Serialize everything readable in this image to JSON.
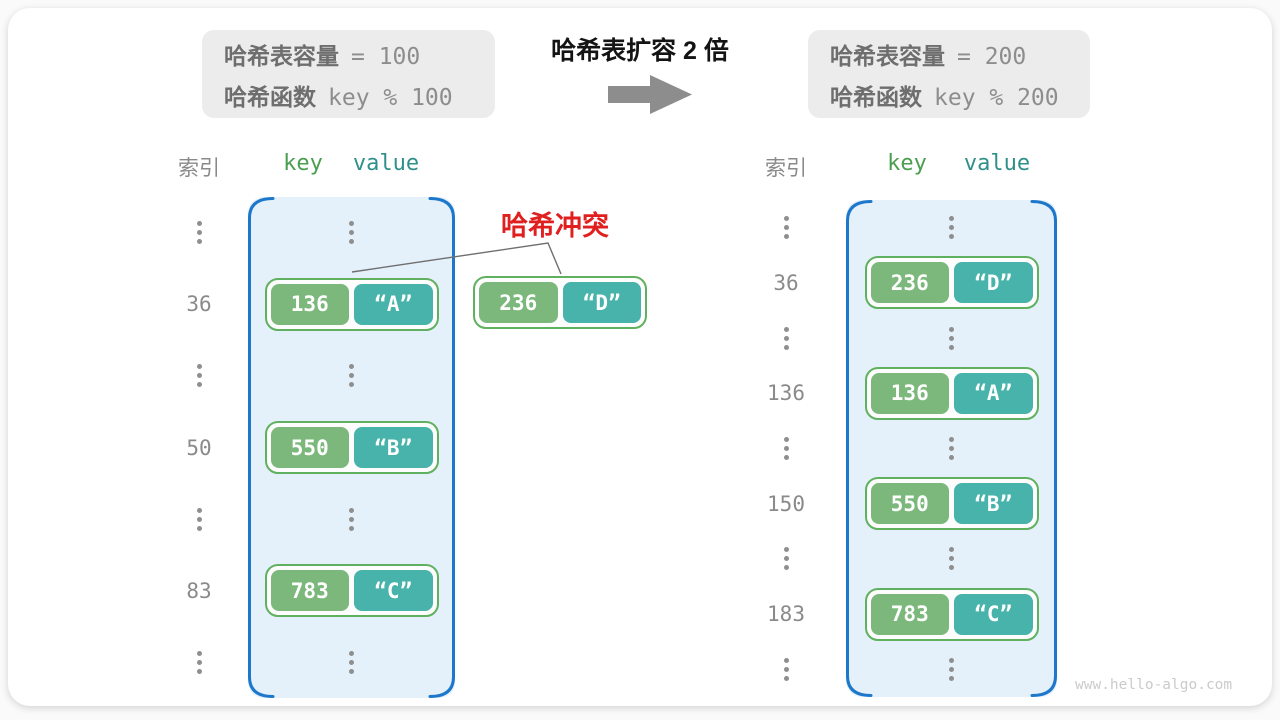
{
  "page": {
    "watermark": "www.hello-algo.com"
  },
  "icons": {
    "expand_arrow": "right-arrow",
    "row_ellipsis": "vertical-ellipsis"
  },
  "colors": {
    "table_border_blue": "#1d78cc",
    "table_fill": "#e4f0fa",
    "key_green": "#7cb87c",
    "value_teal": "#47b3ab",
    "pair_border_green": "#5fb15f",
    "collision_red": "#e01f1f",
    "gray_text": "#8a8a8a"
  },
  "info_left": {
    "line1_label": "哈希表容量",
    "line1_code": "= 100",
    "line2_label": "哈希函数",
    "line2_code": "key % 100"
  },
  "info_right": {
    "line1_label": "哈希表容量",
    "line1_code": "= 200",
    "line2_label": "哈希函数",
    "line2_code": "key % 200"
  },
  "transform": {
    "title": "哈希表扩容 2 倍"
  },
  "collision": {
    "label": "哈希冲突"
  },
  "headers": {
    "index": "索引",
    "key": "key",
    "value": "value"
  },
  "left_table": {
    "rows": [
      {
        "type": "ellipsis"
      },
      {
        "type": "pair",
        "index": "36",
        "key": "136",
        "value": "“A”"
      },
      {
        "type": "ellipsis"
      },
      {
        "type": "pair",
        "index": "50",
        "key": "550",
        "value": "“B”"
      },
      {
        "type": "ellipsis"
      },
      {
        "type": "pair",
        "index": "83",
        "key": "783",
        "value": "“C”"
      },
      {
        "type": "ellipsis"
      }
    ]
  },
  "right_table": {
    "rows": [
      {
        "type": "ellipsis"
      },
      {
        "type": "pair",
        "index": "36",
        "key": "236",
        "value": "“D”"
      },
      {
        "type": "ellipsis"
      },
      {
        "type": "pair",
        "index": "136",
        "key": "136",
        "value": "“A”"
      },
      {
        "type": "ellipsis"
      },
      {
        "type": "pair",
        "index": "150",
        "key": "550",
        "value": "“B”"
      },
      {
        "type": "ellipsis"
      },
      {
        "type": "pair",
        "index": "183",
        "key": "783",
        "value": "“C”"
      },
      {
        "type": "ellipsis"
      }
    ]
  },
  "floating_pair": {
    "key": "236",
    "value": "“D”"
  }
}
